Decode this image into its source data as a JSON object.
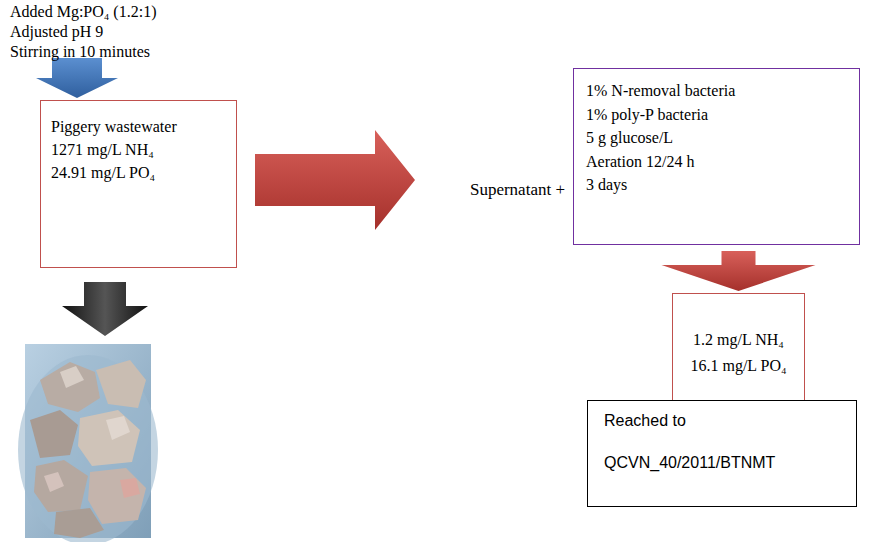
{
  "diagram": {
    "nodes": [
      {
        "text": [
          "Piggery wastewater",
          "1271 mg/L NH₄",
          "24.91 mg/L PO₄"
        ]
      },
      {
        "text": [
          "1% N-removal bacteria",
          "1% poly-P bacteria",
          "5 g glucose/L",
          "Aeration 12/24 h",
          "3 days"
        ]
      },
      {
        "text": [
          "1.2 mg/L NH₄",
          "16.1 mg/L PO₄"
        ]
      },
      {
        "text": [
          "Reached to",
          "QCVN_40/2011/BTNMT"
        ]
      }
    ],
    "edges": [
      {
        "from": 0,
        "to": 1,
        "label": "Supernatant +",
        "arrow": "to"
      },
      {
        "from": 1,
        "to": 2,
        "arrow": "to"
      }
    ],
    "labels": [
      "Added Mg:PO₄ (1.2:1)",
      "Adjusted pH 9",
      "Stirring in 10 minutes"
    ]
  }
}
